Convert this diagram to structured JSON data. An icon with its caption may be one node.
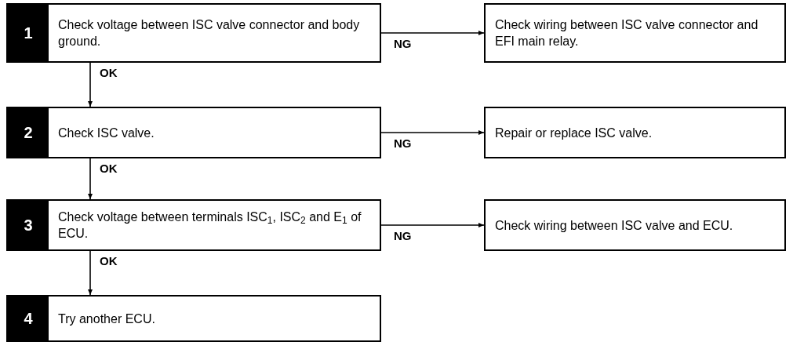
{
  "diagram": {
    "nodes": [
      {
        "text": [
          "1",
          "Check voltage between ISC valve connector and body ground."
        ]
      },
      {
        "text": [
          "Check wiring between ISC valve connector and EFI main relay."
        ]
      },
      {
        "text": [
          "2",
          "Check ISC valve."
        ]
      },
      {
        "text": [
          "Repair or replace ISC valve."
        ]
      },
      {
        "text": [
          "3",
          "Check voltage between terminals ISC$_{1}$, ISC$_{2}$ and E$_{1}$ of ECU."
        ]
      },
      {
        "text": [
          "Check wiring between ISC valve and ECU."
        ]
      },
      {
        "text": [
          "4",
          "Try another ECU."
        ]
      }
    ],
    "edges": [
      {
        "from": 0,
        "to": 1,
        "arrow": "to",
        "label": "NG"
      },
      {
        "from": 0,
        "to": 2,
        "arrow": "to",
        "label": "OK"
      },
      {
        "from": 2,
        "to": 3,
        "arrow": "to",
        "label": "NG"
      },
      {
        "from": 2,
        "to": 4,
        "arrow": "to",
        "label": "OK"
      },
      {
        "from": 4,
        "to": 5,
        "arrow": "to",
        "label": "NG"
      },
      {
        "from": 4,
        "to": 6,
        "arrow": "to",
        "label": "OK"
      }
    ]
  }
}
